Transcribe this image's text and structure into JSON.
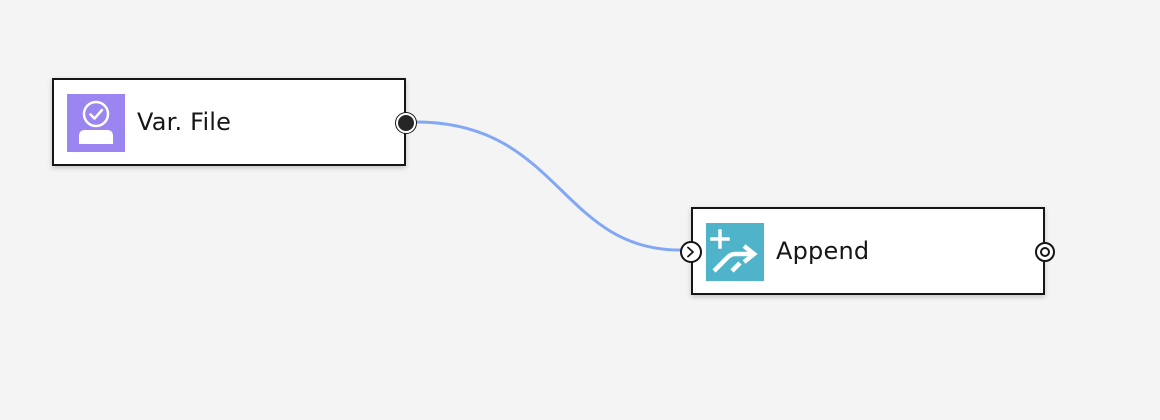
{
  "canvas": {
    "background": "#f4f4f4"
  },
  "nodes": [
    {
      "id": "var-file",
      "label": "Var. File",
      "icon": "user-check-icon",
      "icon_color": "#9b85f0",
      "output_port": "filled"
    },
    {
      "id": "append",
      "label": "Append",
      "icon": "append-arrow-icon",
      "icon_color": "#4fb3c9",
      "input_port": "arrow",
      "output_port": "empty"
    }
  ],
  "links": [
    {
      "from": "var-file",
      "to": "append",
      "color": "#82a8f5"
    }
  ]
}
